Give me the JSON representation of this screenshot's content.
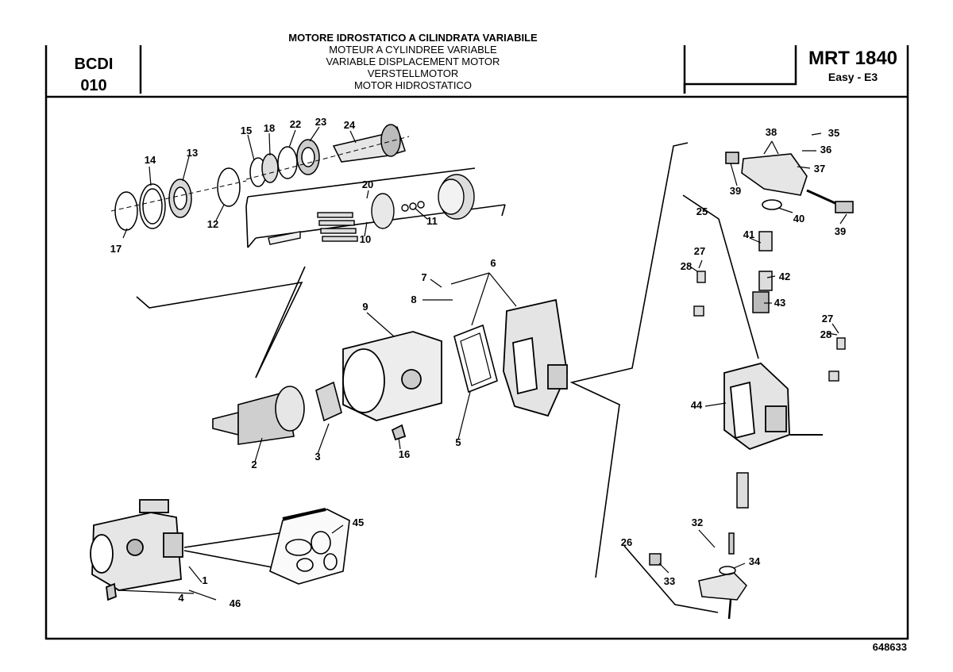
{
  "header": {
    "section_code": [
      "BCDI",
      "010"
    ],
    "titles": [
      "MOTORE IDROSTATICO A CILINDRATA VARIABILE",
      "MOTEUR A CYLINDREE VARIABLE",
      "VARIABLE DISPLACEMENT MOTOR",
      "VERSTELLMOTOR",
      "MOTOR HIDROSTATICO"
    ],
    "model": "MRT 1840",
    "variant": "Easy - E3"
  },
  "drawing_number": "648633",
  "callouts": [
    "1",
    "2",
    "3",
    "4",
    "5",
    "6",
    "7",
    "8",
    "9",
    "10",
    "11",
    "12",
    "13",
    "14",
    "15",
    "16",
    "17",
    "18",
    "20",
    "22",
    "23",
    "24",
    "25",
    "26",
    "27",
    "28",
    "32",
    "33",
    "34",
    "35",
    "36",
    "37",
    "39",
    "40",
    "41",
    "42",
    "43",
    "44",
    "45",
    "46"
  ]
}
